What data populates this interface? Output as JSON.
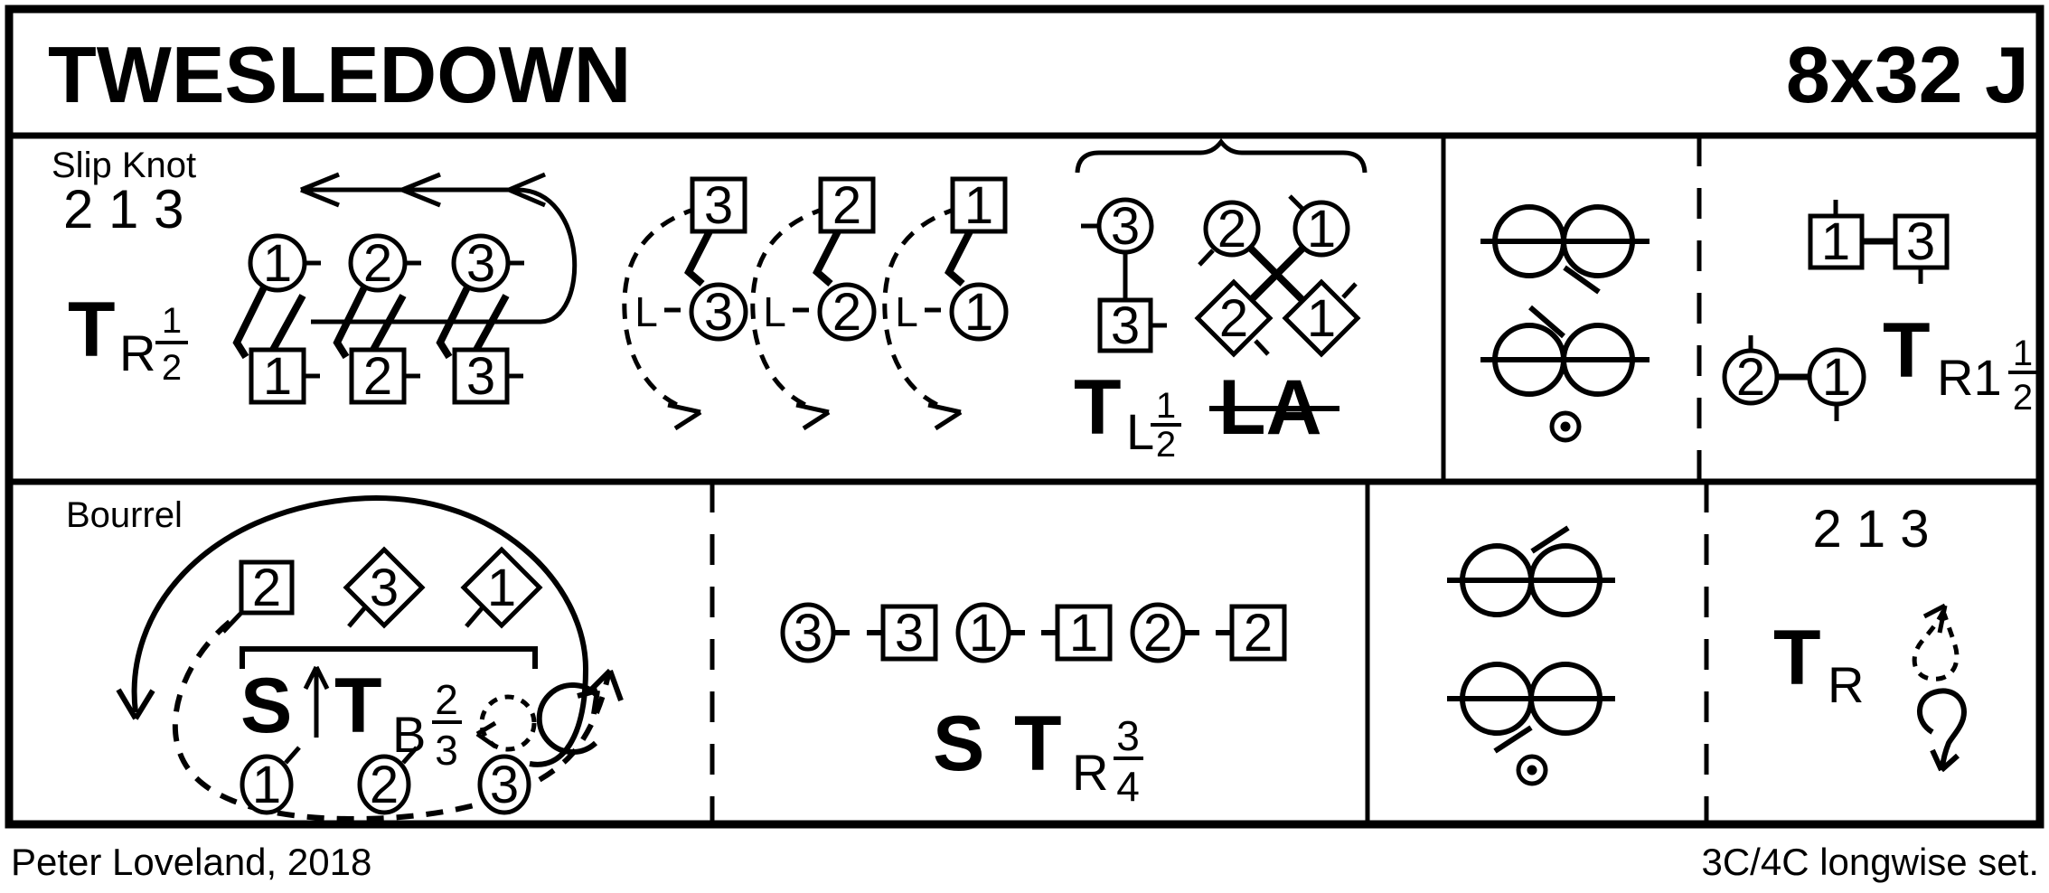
{
  "title": "TWESLEDOWN",
  "meter": "8x32 J",
  "footer": {
    "left": "Peter Loveland, 2018",
    "right": "3C/4C longwise set."
  },
  "colors": {
    "ink": "#000000",
    "paper": "#ffffff"
  },
  "slipknot": {
    "label": "Slip Knot",
    "order": "2 1 3",
    "turn_half_right": {
      "t": "T",
      "sub": "R",
      "num": "1",
      "den": "2"
    },
    "top_circles": [
      "1",
      "2",
      "3"
    ],
    "bottom_squares": [
      "1",
      "2",
      "3"
    ],
    "casts": {
      "hand": "L",
      "squares": [
        "3",
        "2",
        "1"
      ],
      "circles": [
        "3",
        "2",
        "1"
      ]
    },
    "half_turn_group": {
      "circle": "3",
      "square": "3",
      "cross_circles": [
        "2",
        "1"
      ],
      "cross_diamonds": [
        "2",
        "1"
      ],
      "turn_half_left": {
        "t": "T",
        "sub": "L",
        "num": "1",
        "den": "2"
      },
      "allemande": "LA"
    }
  },
  "turn_right_1half": {
    "squares": [
      "1",
      "3"
    ],
    "circles": [
      "2",
      "1"
    ],
    "t": "T",
    "sub": "R1",
    "num": "1",
    "den": "2"
  },
  "bourrel": {
    "label": "Bourrel",
    "square": "2",
    "diamonds": [
      "3",
      "1"
    ],
    "circles": [
      "1",
      "2",
      "3"
    ],
    "formula": {
      "s": "S",
      "t": "T",
      "sub": "B",
      "num": "2",
      "den": "3"
    }
  },
  "set_turn": {
    "circles": [
      "3",
      "1",
      "2"
    ],
    "squares": [
      "3",
      "1",
      "2"
    ],
    "formula": {
      "s": "S",
      "t": "T",
      "sub": "R",
      "num": "3",
      "den": "4"
    }
  },
  "turn_right": {
    "order": "2 1 3",
    "t": "T",
    "sub": "R"
  }
}
